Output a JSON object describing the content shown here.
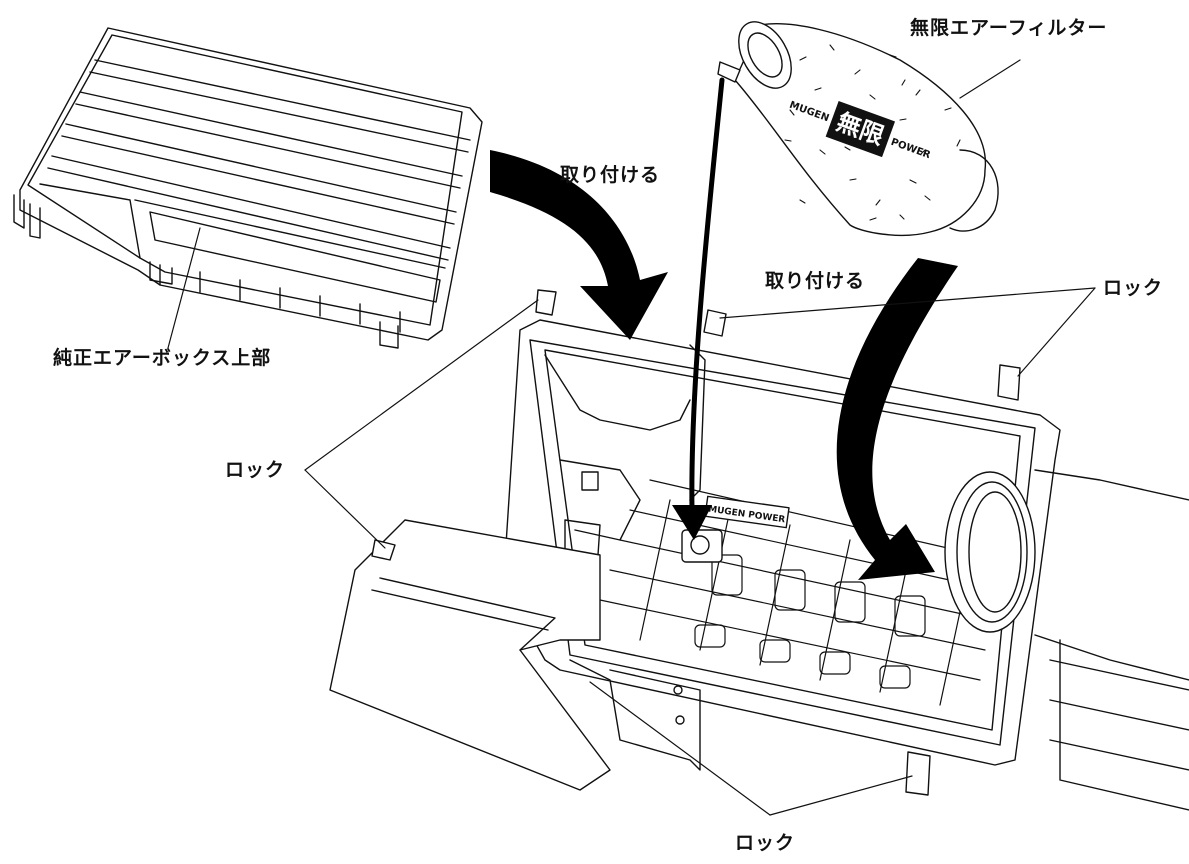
{
  "labels": {
    "mugen_filter": "無限エアーフィルター",
    "attach_top": "取り付ける",
    "attach_right": "取り付ける",
    "lock_top_right": "ロック",
    "stock_airbox_upper": "純正エアーボックス上部",
    "lock_left": "ロック",
    "lock_bottom": "ロック"
  },
  "filter_brand": {
    "mark": "無限",
    "left_text": "MUGEN",
    "right_text": "POWER"
  },
  "box_emboss": "MUGEN POWER",
  "colors": {
    "ink": "#111111",
    "paper": "#ffffff",
    "arrow": "#000000"
  }
}
